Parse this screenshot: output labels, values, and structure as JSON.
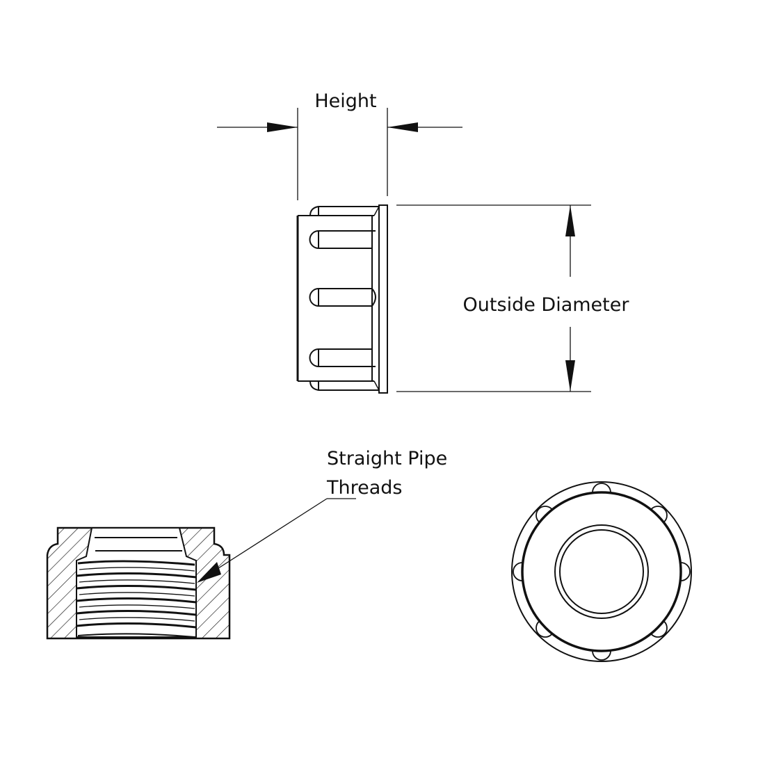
{
  "labels": {
    "height": "Height",
    "outside_diameter": "Outside Diameter",
    "threads_line1": "Straight Pipe",
    "threads_line2": "Threads"
  },
  "colors": {
    "line": "#111111",
    "background": "#ffffff"
  }
}
